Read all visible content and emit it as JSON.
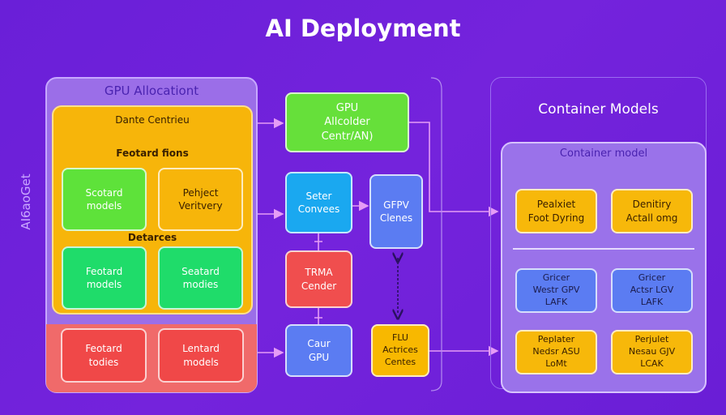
{
  "title": "AI Deployment",
  "side_label": "AI6aoGet",
  "gpu_allocation": {
    "title": "GPU Allocationt",
    "orange_header": "Dante Centrieu",
    "section1": "Feotard fions",
    "section2": "Detarces",
    "boxes": [
      "Scotard\nmodels",
      "Pehject\nVeritvery",
      "Feotard\nmodels",
      "Seatard\nmodies"
    ],
    "red_boxes": [
      "Feotard\ntodies",
      "Lentard\nmodels"
    ]
  },
  "center": {
    "gpu_allocator": "GPU\nAllcolder\nCentr/AN)",
    "seter": "Seter\nConvees",
    "gfpv": "GFPV\nClenes",
    "trma": "TRMA\nCender",
    "caur": "Caur\nGPU",
    "flu": "FLU\nActrices\nCentes"
  },
  "container_models": {
    "title": "Container Models",
    "inner_title": "Container model",
    "boxes": [
      "Pealxiet\nFoot Dyring",
      "Denitiry\nActall omg",
      "Gricer\nWestr GPV\nLAFK",
      "Gricer\nActsr LGV\nLAFK",
      "Peplater\nNedsr ASU\nLoMt",
      "Perjulet\nNesau GJV\nLCAK"
    ]
  }
}
